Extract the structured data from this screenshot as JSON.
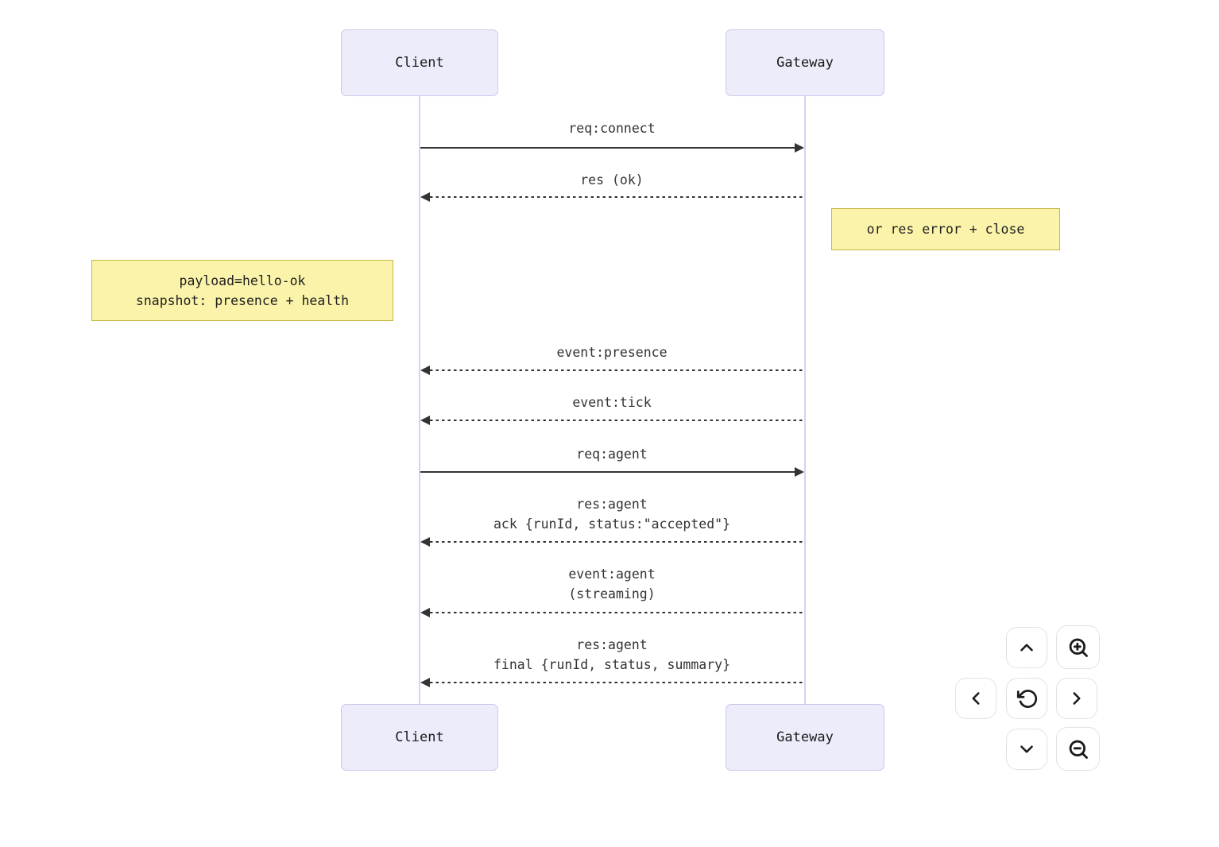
{
  "diagram": {
    "type": "sequence",
    "participants": [
      {
        "id": "client",
        "label": "Client"
      },
      {
        "id": "gateway",
        "label": "Gateway"
      }
    ],
    "messages": [
      {
        "text": "req:connect",
        "from": "client",
        "to": "gateway",
        "line": "solid"
      },
      {
        "text": "res (ok)",
        "from": "gateway",
        "to": "client",
        "line": "dotted"
      },
      {
        "text": "event:presence",
        "from": "gateway",
        "to": "client",
        "line": "dotted"
      },
      {
        "text": "event:tick",
        "from": "gateway",
        "to": "client",
        "line": "dotted"
      },
      {
        "text": "req:agent",
        "from": "client",
        "to": "gateway",
        "line": "solid"
      },
      {
        "text": "res:agent",
        "text2": "ack {runId, status:\"accepted\"}",
        "from": "gateway",
        "to": "client",
        "line": "dotted"
      },
      {
        "text": "event:agent",
        "text2": "(streaming)",
        "from": "gateway",
        "to": "client",
        "line": "dotted"
      },
      {
        "text": "res:agent",
        "text2": "final {runId, status, summary}",
        "from": "gateway",
        "to": "client",
        "line": "dotted"
      }
    ],
    "notes": [
      {
        "placement": "right-of-gateway",
        "text": "or res error + close"
      },
      {
        "placement": "left-of-client",
        "text": "payload=hello-ok",
        "text2": "snapshot: presence + health"
      }
    ],
    "colors": {
      "actor_fill": "#ECECFB",
      "actor_border": "#CCC9EA",
      "lifeline": "#D8D2EE",
      "note_fill": "#FAF3A9",
      "note_border": "#C3B843",
      "message_line": "#333333",
      "message_text": "#333333"
    }
  },
  "controls": {
    "buttons": [
      {
        "name": "pan-up",
        "icon": "chevron-up"
      },
      {
        "name": "zoom-in",
        "icon": "magnifier-plus"
      },
      {
        "name": "pan-left",
        "icon": "chevron-left"
      },
      {
        "name": "reset-view",
        "icon": "rotate-ccw"
      },
      {
        "name": "pan-right",
        "icon": "chevron-right"
      },
      {
        "name": "pan-down",
        "icon": "chevron-down"
      },
      {
        "name": "zoom-out",
        "icon": "magnifier-minus"
      }
    ]
  }
}
